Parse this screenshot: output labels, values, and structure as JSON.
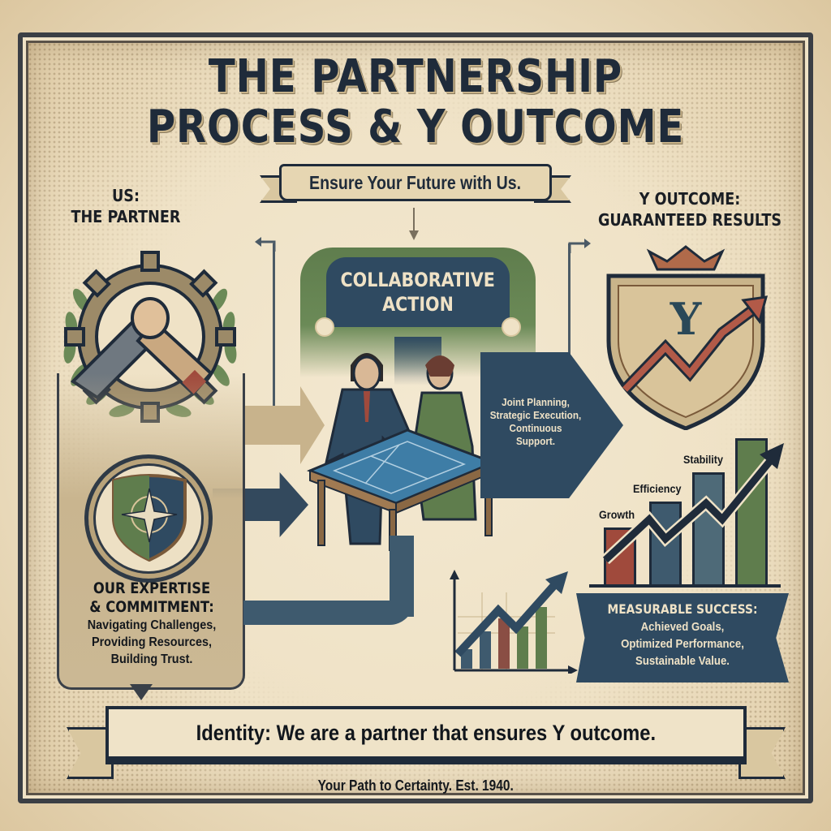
{
  "header": {
    "title_line1": "THE PARTNERSHIP",
    "title_line2": "PROCESS & Y OUTCOME",
    "banner": "Ensure Your Future with Us."
  },
  "left": {
    "heading_line1": "US:",
    "heading_line2": "THE PARTNER",
    "emblem_icon": "handshake-gear-laurel-icon",
    "badge_icon": "compass-shield-icon",
    "expertise": {
      "title_line1": "OUR EXPERTISE",
      "title_line2": "& COMMITMENT:",
      "items": [
        "Navigating Challenges,",
        "Providing Resources,",
        "Building Trust."
      ]
    }
  },
  "center": {
    "collab_line1": "COLLABORATIVE",
    "collab_line2": "ACTION",
    "illustration": "two-people-planning-at-blueprint-table",
    "action_items": [
      "Joint Planning,",
      "Strategic Execution,",
      "Continuous",
      "Support."
    ]
  },
  "right": {
    "heading_line1": "Y OUTCOME:",
    "heading_line2": "GUARANTEED RESULTS",
    "shield_icon": "crowned-y-shield-icon",
    "shield_letter": "Y",
    "success": {
      "title": "MEASURABLE SUCCESS:",
      "items": [
        "Achieved Goals,",
        "Optimized Performance,",
        "Sustainable Value."
      ]
    }
  },
  "chart_data": [
    {
      "type": "bar",
      "title": "",
      "categories": [
        "Growth",
        "Efficiency",
        "Stability",
        ""
      ],
      "values": [
        1,
        2,
        3,
        4
      ],
      "colors": [
        "#a04a3c",
        "#3e5a6e",
        "#4e6a78",
        "#5f7d4d"
      ],
      "trend_arrow": "up",
      "xlabel": "",
      "ylabel": ""
    },
    {
      "type": "bar",
      "title": "",
      "categories": [
        "",
        "",
        "",
        "",
        ""
      ],
      "values": [
        1,
        2,
        3,
        2.6,
        3.6
      ],
      "colors": [
        "#3e5a6e",
        "#3e5a6e",
        "#8a4e44",
        "#5f7d4d",
        "#5f7d4d"
      ],
      "trend_arrow": "up",
      "xlabel": "",
      "ylabel": ""
    }
  ],
  "footer": {
    "identity": "Identity: We are a partner that ensures Y outcome.",
    "tagline": "Your Path to Certainty. Est. 1940."
  },
  "colors": {
    "paper": "#efe2c6",
    "navy": "#2f4a61",
    "green": "#5f7d4d",
    "red": "#a04a3c",
    "tan": "#c8b38c",
    "ink": "#1f2b3a"
  }
}
